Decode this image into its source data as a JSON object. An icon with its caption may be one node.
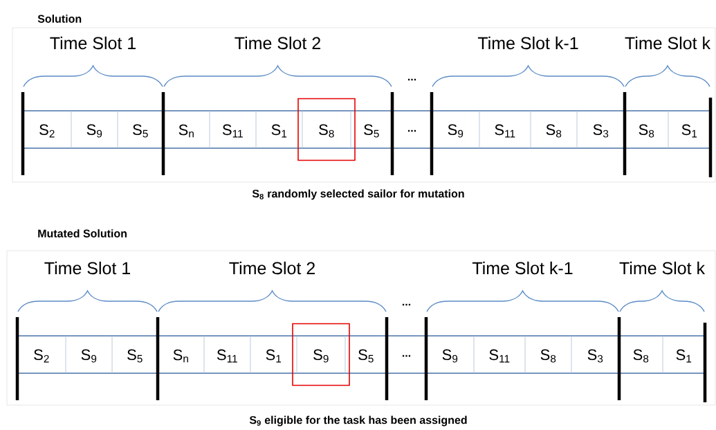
{
  "diagram": {
    "nodes": [
      {
        "text": [
          "Solution"
        ],
        "beside": [
          "S$_{8}$ randomly selected sailor for mutation"
        ]
      },
      {
        "text": [
          "S$_{2}$"
        ],
        "in": 0
      },
      {
        "text": [
          "S$_{9}$"
        ],
        "in": 0
      },
      {
        "text": [
          "S$_{5}$"
        ],
        "in": 0
      },
      {
        "text": [
          "S$_{n}$"
        ],
        "in": 0
      },
      {
        "text": [
          "S$_{11}$"
        ],
        "in": 0
      },
      {
        "text": [
          "S$_{1}$"
        ],
        "in": 0
      },
      {
        "text": [],
        "shape": "box",
        "in": 0
      },
      {
        "text": [
          "S$_{8}$"
        ],
        "in": 7
      },
      {
        "text": [
          "S$_{5}$"
        ],
        "in": 0
      },
      {
        "text": [
          "..."
        ],
        "in": 0
      },
      {
        "text": [
          "S$_{9}$"
        ],
        "in": 0
      },
      {
        "text": [
          "S$_{11}$"
        ],
        "in": 0
      },
      {
        "text": [
          "S$_{8}$"
        ],
        "in": 0
      },
      {
        "text": [
          "S$_{3}$"
        ],
        "in": 0
      },
      {
        "text": [
          "S$_{8}$"
        ],
        "in": 0
      },
      {
        "text": [
          "S$_{1}$"
        ],
        "in": 0
      },
      {
        "text": [
          "Mutated Solution"
        ],
        "beside": [
          "S$_{9}$ eligible for the task has been assigned"
        ]
      },
      {
        "text": [
          "S$_{2}$"
        ],
        "in": 17
      },
      {
        "text": [
          "S$_{9}$"
        ],
        "in": 17
      },
      {
        "text": [
          "S$_{5}$"
        ],
        "in": 17
      },
      {
        "text": [
          "S$_{n}$"
        ],
        "in": 17
      },
      {
        "text": [
          "S$_{11}$"
        ],
        "in": 17
      },
      {
        "text": [
          "S$_{1}$"
        ],
        "in": 17
      },
      {
        "text": [],
        "shape": "box",
        "in": 17
      },
      {
        "text": [
          "S$_{9}$"
        ],
        "in": 24
      },
      {
        "text": [
          "S$_{5}$"
        ],
        "in": 17
      },
      {
        "text": [
          "..."
        ],
        "in": 17
      },
      {
        "text": [
          "S$_{9}$"
        ],
        "in": 17
      },
      {
        "text": [
          "S$_{11}$"
        ],
        "in": 17
      },
      {
        "text": [
          "S$_{8}$"
        ],
        "in": 17
      },
      {
        "text": [
          "S$_{3}$"
        ],
        "in": 17
      },
      {
        "text": [
          "S$_{8}$"
        ],
        "in": 17
      },
      {
        "text": [
          "S$_{1}$"
        ],
        "in": 17
      }
    ],
    "labels": [
      "Time Slot 1",
      "Time Slot 2",
      "...",
      "Time Slot k-1",
      "Time Slot k",
      "Time Slot 1",
      "Time Slot 2",
      "...",
      "Time Slot k-1",
      "Time Slot k"
    ]
  }
}
